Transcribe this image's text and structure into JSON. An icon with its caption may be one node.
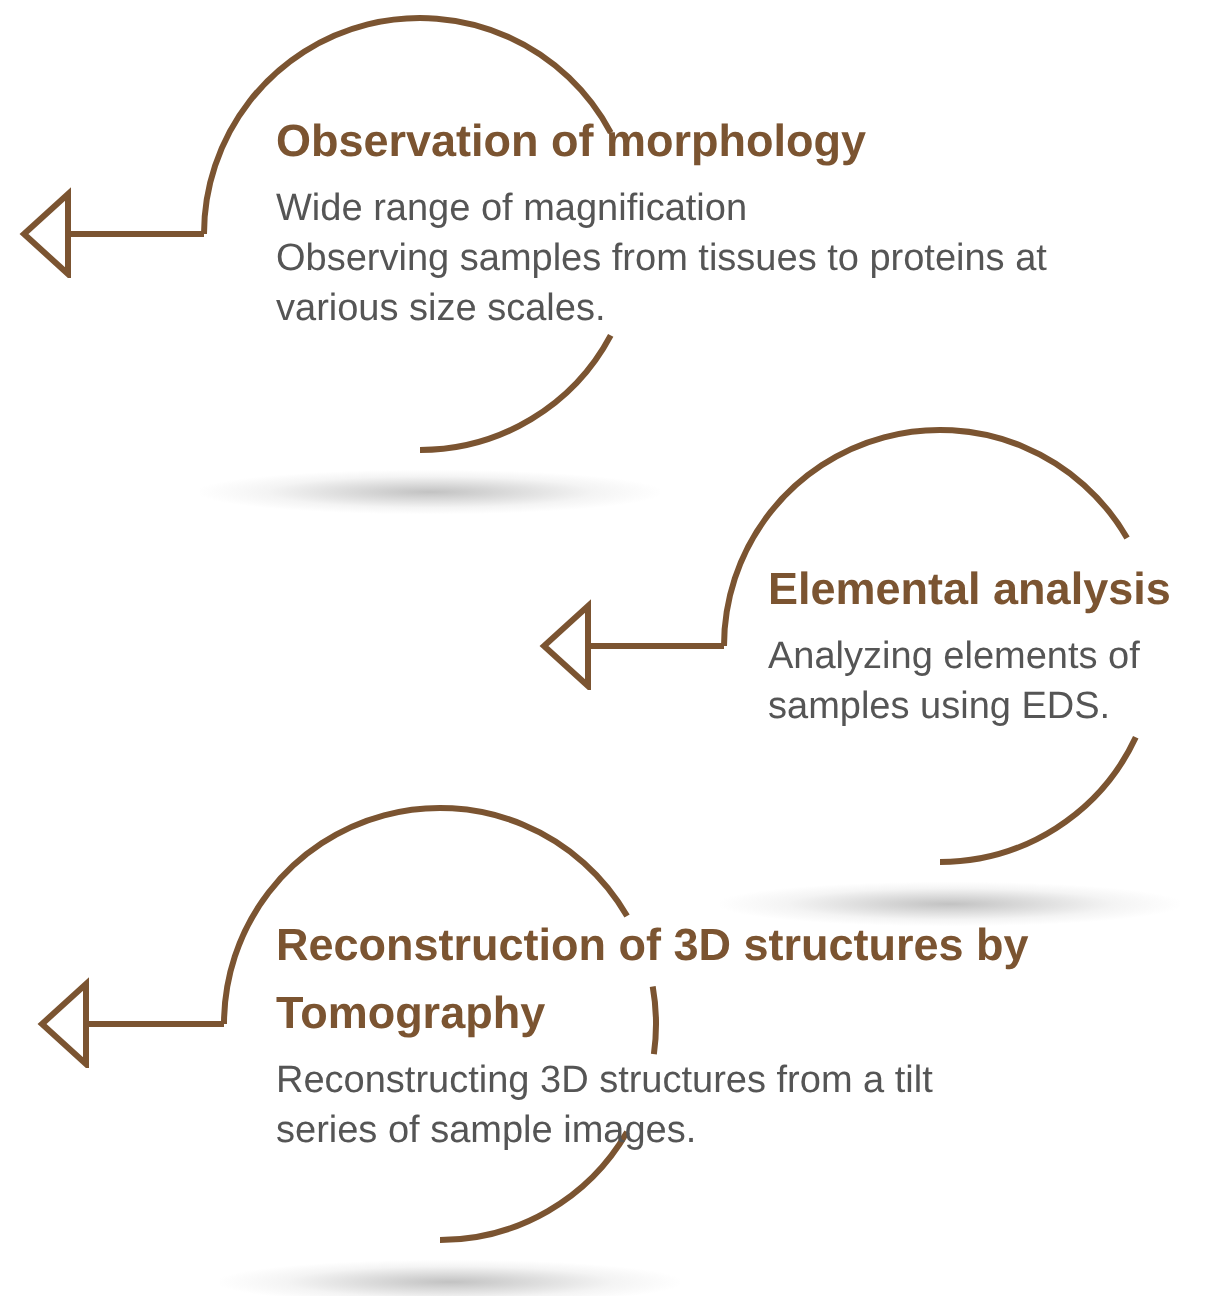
{
  "diagram": {
    "nodes": [
      {
        "text": [
          "Observation of morphology",
          "Wide range of magnification",
          "Observing samples from tissues to proteins at various size scales."
        ]
      },
      {
        "text": [
          "Elemental analysis",
          "Analyzing elements of samples using EDS."
        ]
      },
      {
        "text": [
          "Reconstruction of 3D structures by Tomography",
          "Reconstructing 3D structures from a tilt series of sample images."
        ]
      }
    ],
    "edges": [
      {
        "from": 0,
        "to": null,
        "arrow": "to"
      },
      {
        "from": 1,
        "to": null,
        "arrow": "to"
      },
      {
        "from": 2,
        "to": null,
        "arrow": "to"
      }
    ]
  }
}
